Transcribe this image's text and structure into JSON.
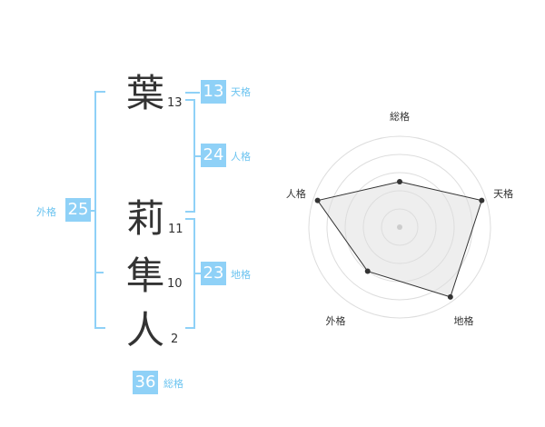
{
  "name": {
    "characters": [
      {
        "char": "葉",
        "strokes": "13"
      },
      {
        "char": "莉",
        "strokes": "11"
      },
      {
        "char": "隼",
        "strokes": "10"
      },
      {
        "char": "人",
        "strokes": "2"
      }
    ]
  },
  "fortunes": {
    "tenkaku": {
      "value": "13",
      "label": "天格"
    },
    "jinkaku": {
      "value": "24",
      "label": "人格"
    },
    "chikaku": {
      "value": "23",
      "label": "地格"
    },
    "gaikaku": {
      "value": "25",
      "label": "外格"
    },
    "soukaku": {
      "value": "36",
      "label": "総格"
    }
  },
  "chart_data": {
    "type": "radar",
    "axes": [
      "総格",
      "天格",
      "地格",
      "外格",
      "人格"
    ],
    "values": [
      0.5,
      0.95,
      0.95,
      0.6,
      0.95
    ],
    "rings": 5,
    "colors": {
      "fill": "#eeeeee",
      "line": "#333333",
      "grid": "#dddddd"
    }
  }
}
